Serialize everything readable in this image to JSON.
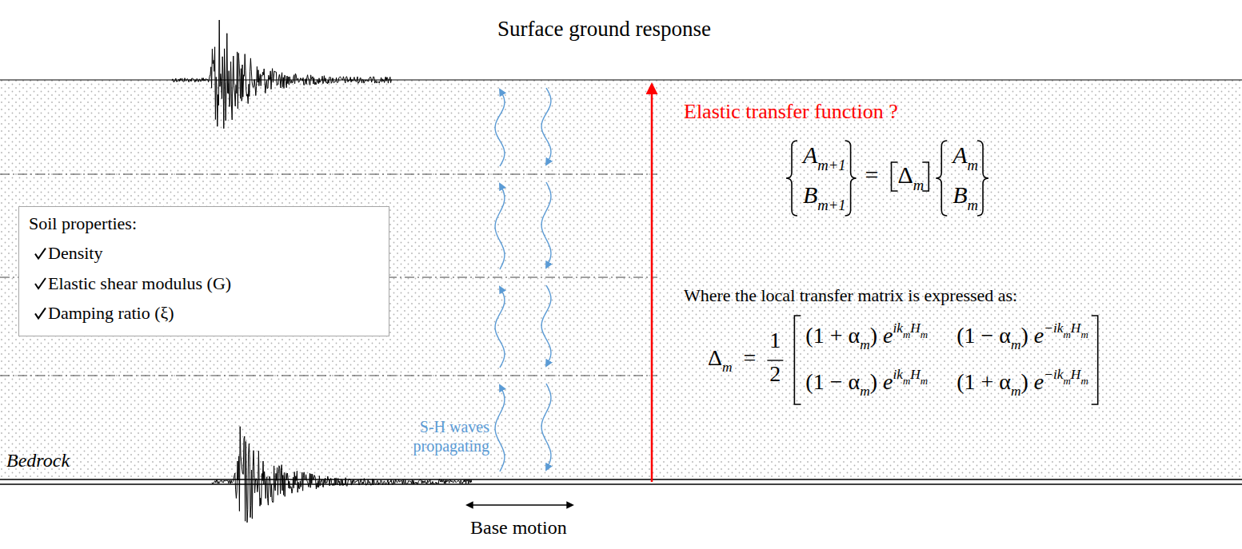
{
  "diagram": {
    "nodes": [
      {
        "text": [
          "Soil properties:",
          "Density",
          "Elastic shear modulus (G)",
          "Damping ratio (ξ)"
        ]
      }
    ],
    "labels": [
      "Surface ground response",
      "Elastic transfer function ?",
      "A",
      "m+1",
      "B",
      "m+1",
      "=",
      "Δ",
      "m",
      "A",
      "m",
      "B",
      "m",
      "Where the local transfer matrix is expressed as:",
      "Δ",
      "m",
      "=",
      "1",
      "2",
      "(1 + α",
      "m",
      ")",
      "e",
      "ik",
      "m",
      "H",
      "m",
      "(1 − α",
      "m",
      ")",
      "e",
      "−ik",
      "m",
      "H",
      "m",
      "(1 − α",
      "m",
      ")",
      "e",
      "ik",
      "m",
      "H",
      "m",
      "(1 + α",
      "m",
      ")",
      "e",
      "−ik",
      "m",
      "H",
      "m",
      "S-H waves propagating",
      "Bedrock",
      "Base motion"
    ]
  }
}
